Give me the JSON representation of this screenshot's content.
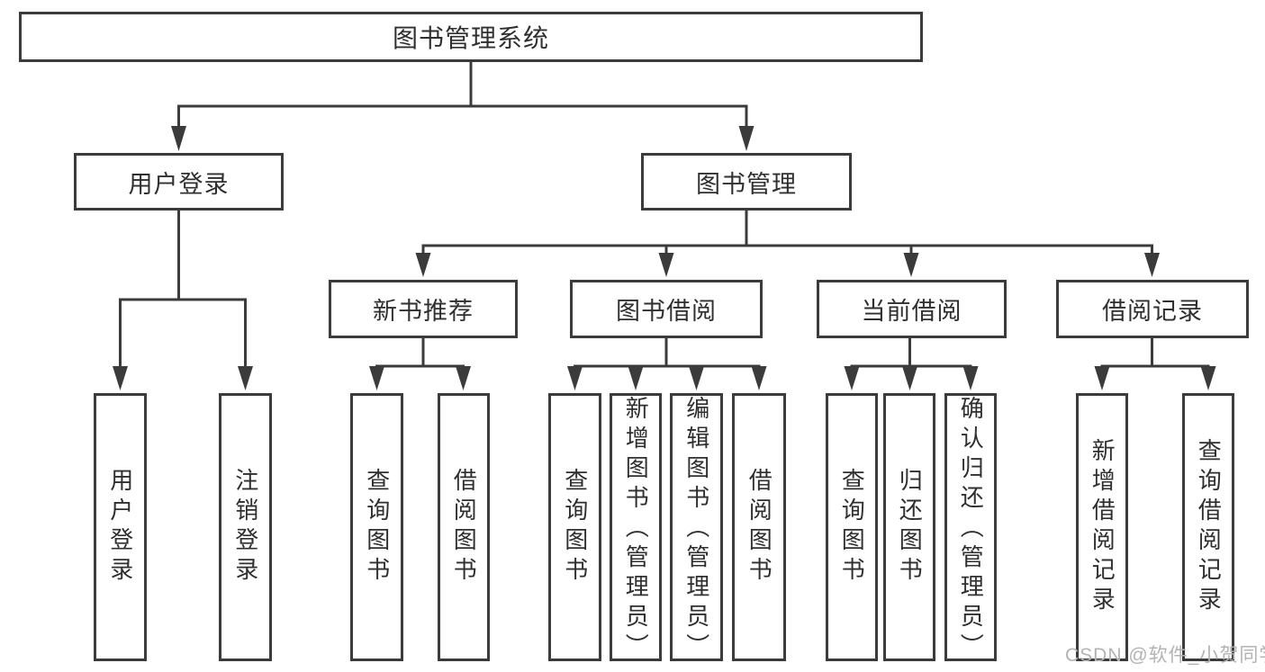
{
  "diagram": {
    "title": "图书管理系统",
    "root": {
      "label": "图书管理系统"
    },
    "level2": [
      {
        "label": "用户登录",
        "children": [
          {
            "label": "用户登录"
          },
          {
            "label": "注销登录"
          }
        ]
      },
      {
        "label": "图书管理",
        "children": [
          {
            "label": "新书推荐",
            "children": [
              {
                "label": "查询图书"
              },
              {
                "label": "借阅图书"
              }
            ]
          },
          {
            "label": "图书借阅",
            "children": [
              {
                "label": "查询图书"
              },
              {
                "label": "新增图书（管理员）"
              },
              {
                "label": "编辑图书（管理员）"
              },
              {
                "label": "借阅图书"
              }
            ]
          },
          {
            "label": "当前借阅",
            "children": [
              {
                "label": "查询图书"
              },
              {
                "label": "归还图书"
              },
              {
                "label": "确认归还（管理员）"
              }
            ]
          },
          {
            "label": "借阅记录",
            "children": [
              {
                "label": "新增借阅记录"
              },
              {
                "label": "查询借阅记录"
              }
            ]
          }
        ]
      }
    ]
  },
  "watermark": {
    "text": "CSDN @软件_小贺同学"
  },
  "colors": {
    "line": "#3b3b3b",
    "text": "#2f2f2f",
    "watermark": "#b3b3b3",
    "background": "#ffffff"
  }
}
